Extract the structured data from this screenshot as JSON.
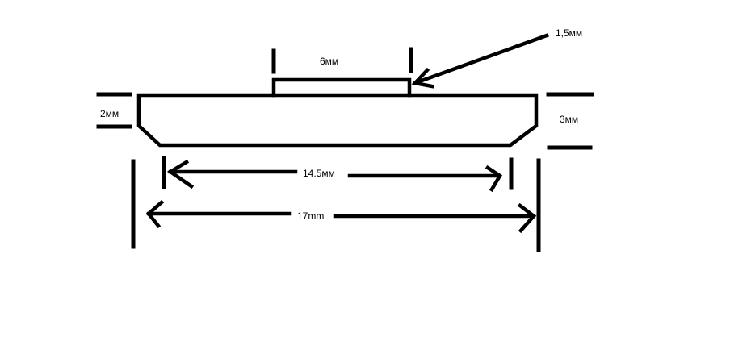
{
  "labels": {
    "top_width": "6мм",
    "thickness": "1,5мм",
    "left_height": "2мм",
    "right_height": "3мм",
    "inner_width": "14.5мм",
    "outer_width": "17mm"
  },
  "colors": {
    "ink": "#000000",
    "background": "#ffffff"
  }
}
